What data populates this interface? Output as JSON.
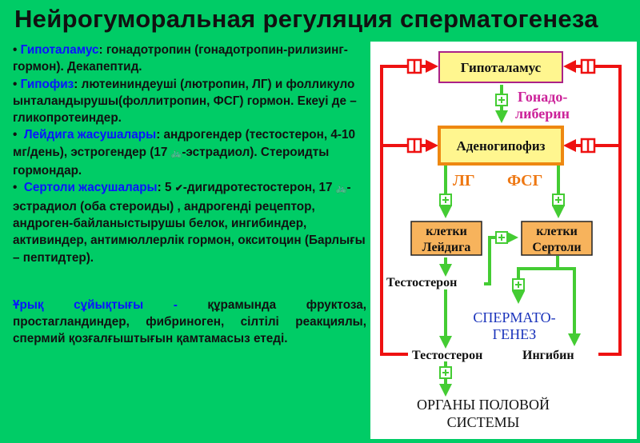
{
  "title": "Нейрогуморальная регуляция сперматогенеза",
  "bullets": [
    {
      "marker": "•",
      "term": "Гипоталамус",
      "rest": ": гонадотропин (гонадотропин-рилизинг-гормон). Декапептид."
    },
    {
      "marker": "•",
      "term": "Гипофиз",
      "rest": ": лютеининдеуші (лютропин, ЛГ) и фолликуло ынталандырушы(фоллитропин, ФСГ) гормон. Екеуі де  – гликопротеиндер."
    },
    {
      "marker": "•",
      "term": "Лейдига жасушалары",
      "rest_a": ":  андрогендер (тестостерон, 4-10 мг/день), эстрогендер (17 ",
      "symbol": "🚲",
      "rest_b": "-эстрадиол). Стероидты гормондар."
    },
    {
      "marker": "•",
      "term": "Сертоли жасушалары",
      "rest_a": ":  5 ",
      "symbol": "✔",
      "rest_b": "-дигидротестостерон, 17 ",
      "symbol2": "🚲",
      "rest_c": "-эстрадиол (оба стероиды) , андрогенді рецептор, андроген-байланыстырушы белок, ингибиндер, активиндер, антимюллерлік гормон, окситоцин (Барлығы – пептидтер)."
    }
  ],
  "semen": {
    "term": "Ұрық сұйықтығы -",
    "rest": "  құрамында фруктоза, простагландиндер, фибриноген, сілтілі реакциялы, спермий қозғалғыштығын қамтамасыз етеді."
  },
  "diagram": {
    "hypothalamus": "Гипоталамус",
    "gonadoliberin_1": "Гонадо-",
    "gonadoliberin_2": "либерин",
    "adenohypophysis": "Аденогипофиз",
    "lh": "ЛГ",
    "fsh": "ФСГ",
    "leydig_1": "клетки",
    "leydig_2": "Лейдига",
    "sertoli_1": "клетки",
    "sertoli_2": "Сертоли",
    "testosterone_1": "Тестостерон",
    "spermato_1": "СПЕРМАТО-",
    "spermato_2": "ГЕНЕЗ",
    "testosterone_2": "Тестостерон",
    "inhibin": "Ингибин",
    "organs_1": "ОРГАНЫ ПОЛОВОЙ",
    "organs_2": "СИСТЕМЫ"
  },
  "colors": {
    "background": "#00cc66",
    "highlight": "#0a14ff",
    "inhibit": "#ee1111",
    "stimulate": "#44cc33",
    "box_fill": "#fff68f",
    "cell_box": "#f7b35c",
    "gonadoliberin": "#cc2299",
    "hormone_label": "#ee7711",
    "spermato": "#1a33bb"
  }
}
